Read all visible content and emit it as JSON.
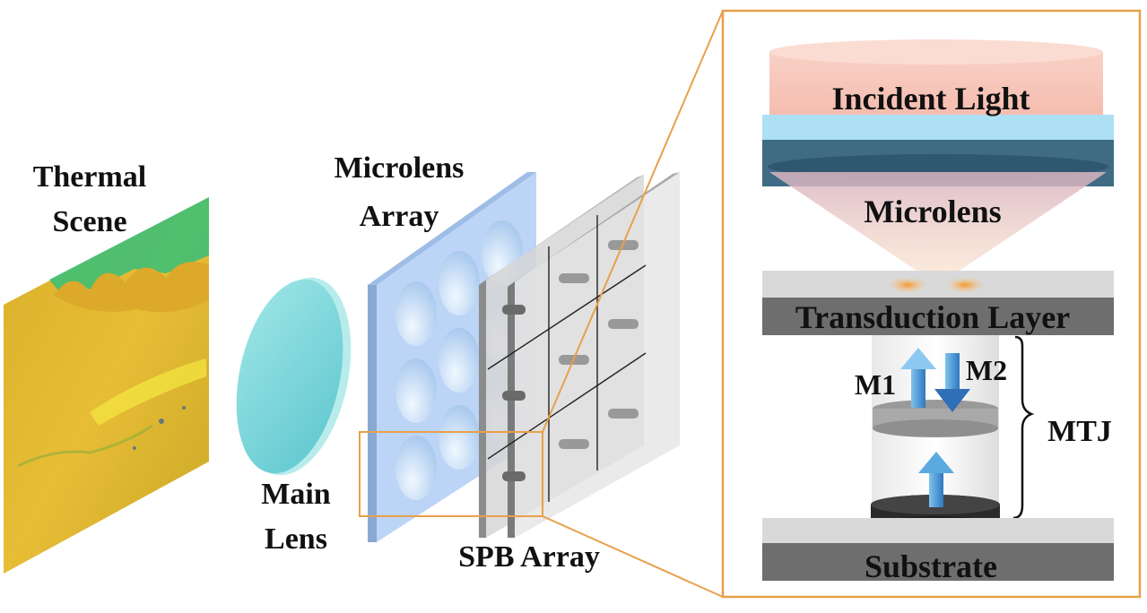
{
  "labels": {
    "thermal_scene_line1": "Thermal",
    "thermal_scene_line2": "Scene",
    "main_lens_line1": "Main",
    "main_lens_line2": "Lens",
    "microlens_array_line1": "Microlens",
    "microlens_array_line2": "Array",
    "spb_array": "SPB Array"
  },
  "detail": {
    "incident_light": "Incident Light",
    "microlens": "Microlens",
    "transduction_layer": "Transduction Layer",
    "m1": "M1",
    "m2": "M2",
    "mtj": "MTJ",
    "substrate": "Substrate"
  },
  "colors": {
    "callout_border": "#e8a04a",
    "thermal_yellow": "#e6b92e",
    "thermal_green": "#3fbf74",
    "main_lens": "#7fd9dc",
    "microlens_array": "#b9d3f5",
    "spb_plate": "#d4d4d4",
    "arrow_blue": "#4a90d0",
    "transduction": "#6e6e6e",
    "substrate": "#6e6e6e"
  }
}
